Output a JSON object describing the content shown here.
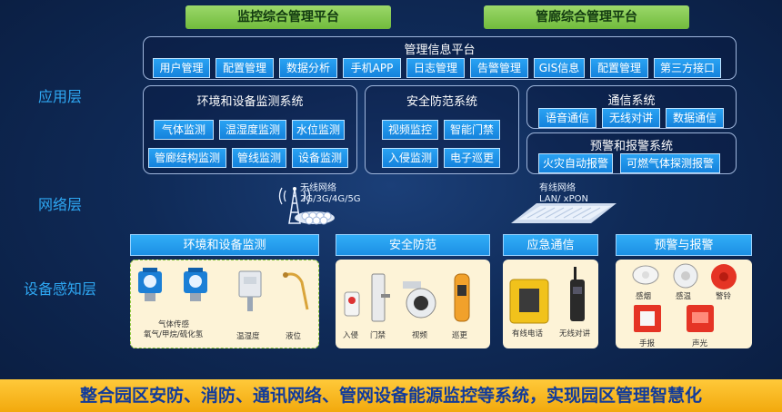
{
  "top_bars": {
    "left": "监控综合管理平台",
    "right": "管廊综合管理平台"
  },
  "layers": {
    "app": "应用层",
    "network": "网络层",
    "device": "设备感知层"
  },
  "mgmt_platform": {
    "title": "管理信息平台",
    "items": [
      "用户管理",
      "配置管理",
      "数据分析",
      "手机APP",
      "日志管理",
      "告警管理",
      "GIS信息",
      "配置管理",
      "第三方接口"
    ]
  },
  "env_system": {
    "title": "环境和设备监测系统",
    "items": [
      "气体监测",
      "温湿度监测",
      "水位监测",
      "管廊结构监测",
      "管线监测",
      "设备监测"
    ]
  },
  "security_system": {
    "title": "安全防范系统",
    "items": [
      "视频监控",
      "智能门禁",
      "入侵监测",
      "电子巡更"
    ]
  },
  "comm_system": {
    "title": "通信系统",
    "items": [
      "语音通信",
      "无线对讲",
      "数据通信"
    ]
  },
  "alarm_system": {
    "title": "预警和报警系统",
    "items": [
      "火灾自动报警",
      "可燃气体探测报警"
    ]
  },
  "network": {
    "wireless_title": "无线网络",
    "wireless_sub": "2G/3G/4G/5G",
    "wired_title": "有线网络",
    "wired_sub": "LAN/ xPON"
  },
  "device_sections": {
    "env": {
      "title": "环境和设备监测",
      "gas_label1": "气体传感",
      "gas_label2": "氧气/甲烷/硫化氢",
      "temp_label": "温湿度",
      "level_label": "液位"
    },
    "security": {
      "title": "安全防范",
      "labels": [
        "入侵",
        "门禁",
        "视频",
        "巡更"
      ]
    },
    "emergency": {
      "title": "应急通信",
      "labels": [
        "有线电话",
        "无线对讲"
      ]
    },
    "alarm": {
      "title": "预警与报警",
      "labels": [
        "感烟",
        "感温",
        "警铃",
        "手报",
        "声光"
      ]
    }
  },
  "footer": "整合园区安防、消防、通讯网络、管网设备能源监控等系统，实现园区管理智慧化",
  "colors": {
    "accent": "#1482dc",
    "green": "#71bb3c",
    "footer": "#f2a90d",
    "footer_text": "#123b9a"
  }
}
